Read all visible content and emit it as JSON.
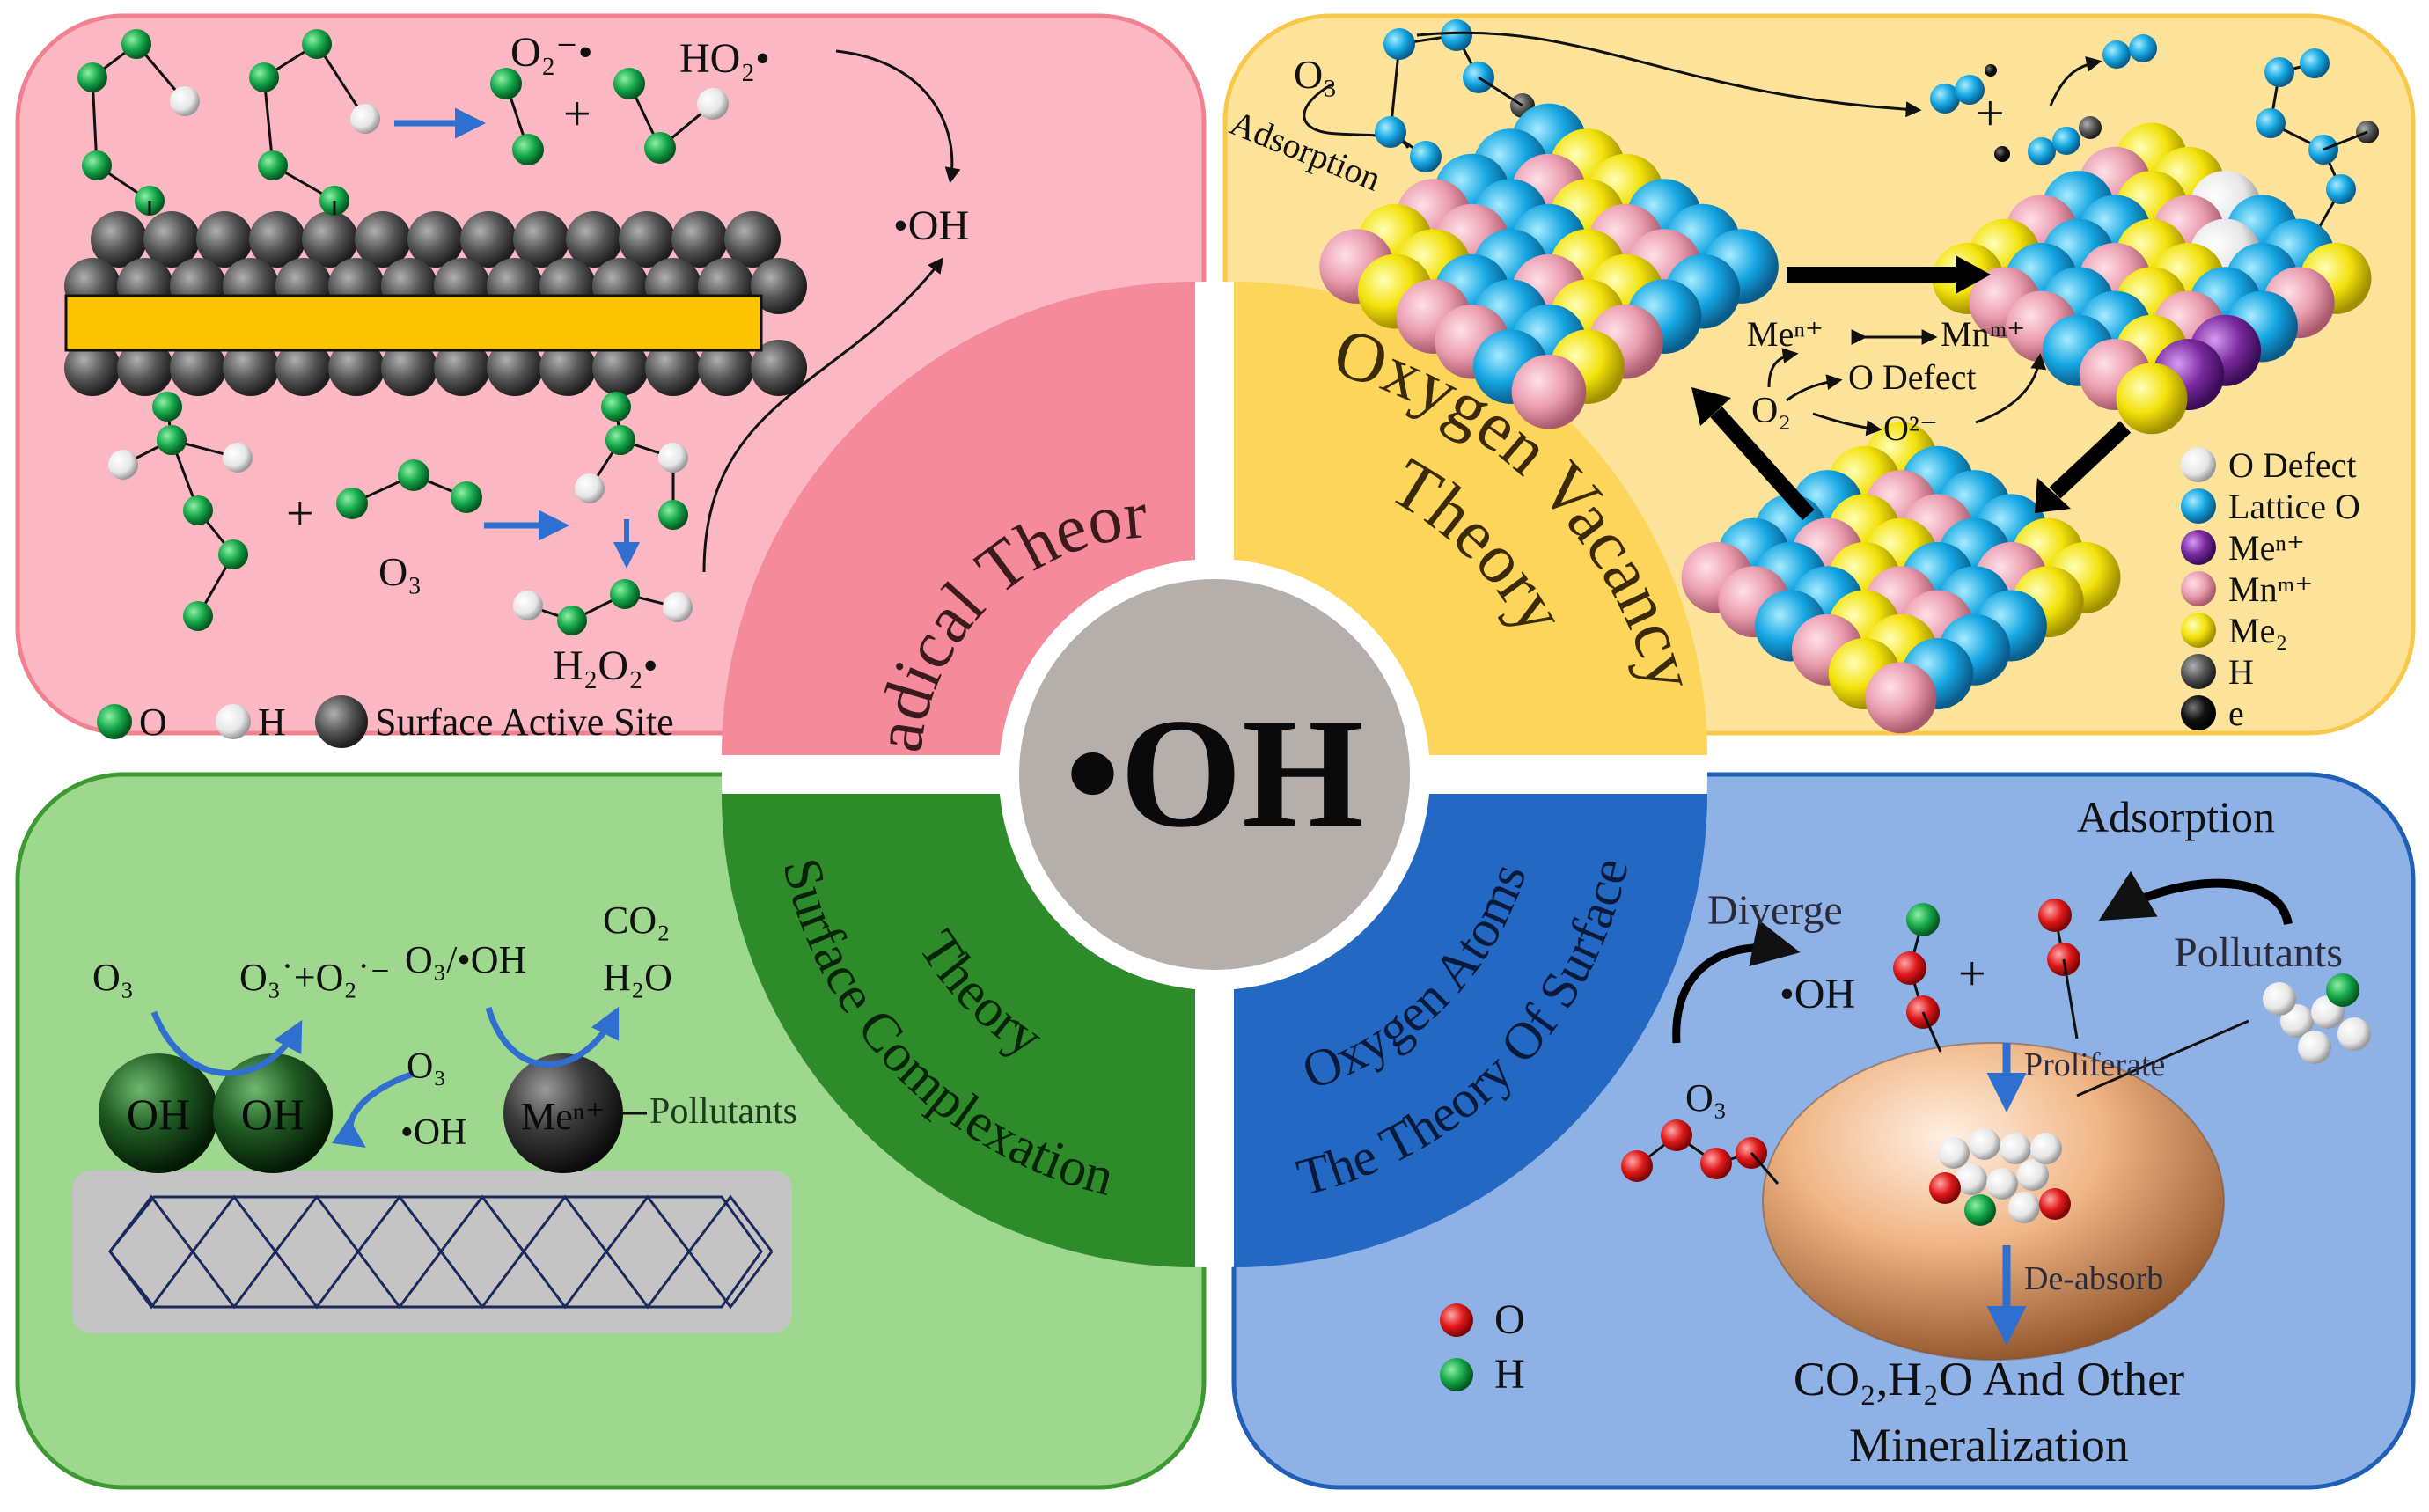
{
  "center": {
    "label": "•OH"
  },
  "quadrants": {
    "radical": {
      "theory_title": "Radical Theory",
      "species_superoxide": "O₂⁻•",
      "species_hydroperoxyl": "HO₂•",
      "species_hydroxyl": "•OH",
      "species_ozone": "O₃",
      "species_peroxide": "H₂O₂•",
      "plus": "+",
      "legend": [
        {
          "label": "O",
          "color": "#1aa84a"
        },
        {
          "label": "H",
          "color": "#f2f2f2"
        },
        {
          "label": "Surface Active Site",
          "color": "#505050"
        }
      ],
      "colors": {
        "panel_bg": "#fbb8c2",
        "panel_border": "#f1818f",
        "sector": "#f48a9a",
        "plate": "#fbc400"
      }
    },
    "oxygen_vacancy": {
      "theory_title_line1": "Oxygen Vacancy",
      "theory_title_line2": "Theory",
      "ozone": "O₃",
      "adsorption": "Adsorption",
      "plus": "+",
      "me_n": "Meⁿ⁺",
      "mn_m": "Mnᵐ⁺",
      "o_defect": "O Defect",
      "o2": "O₂",
      "o2_minus": "O²⁻",
      "legend": [
        {
          "label": "O Defect",
          "color": "#f4f4f4"
        },
        {
          "label": "Lattice O",
          "color": "#18a8e0"
        },
        {
          "label": "Meⁿ⁺",
          "color": "#7a2a9e"
        },
        {
          "label": "Mnᵐ⁺",
          "color": "#eba0b0"
        },
        {
          "label": "Me₂",
          "color": "#f2e20a"
        },
        {
          "label": "H",
          "color": "#6a6a6a"
        },
        {
          "label": "e",
          "color": "#111111"
        }
      ],
      "colors": {
        "panel_bg": "#fde39a",
        "panel_border": "#f8c84a",
        "sector": "#fcd55a"
      }
    },
    "surface_complexation": {
      "theory_title_line1": "Surface Complexation",
      "theory_title_line2": "Theory",
      "ozone": "O₃",
      "radicals": "O₃˙+O₂˙⁻",
      "ozone_oh": "O₃/•OH",
      "co2": "CO₂",
      "h2o": "H₂O",
      "ozone_mid": "O₃",
      "oh_mid": "•OH",
      "oh_sphere": "OH",
      "me_sphere": "Meⁿ⁺",
      "pollutants": "Pollutants",
      "colors": {
        "panel_bg": "#9ed88e",
        "panel_border": "#3d9a32",
        "sector": "#2e8b2a",
        "substrate": "#c4c4c4"
      }
    },
    "surface_oxygen": {
      "theory_title_line1": "The Theory Of Surface",
      "theory_title_line2": "Oxygen Atoms",
      "adsorption": "Adsorption",
      "diverge": "Diverge",
      "hydroxyl": "•OH",
      "plus": "+",
      "pollutants": "Pollutants",
      "ozone": "O₃",
      "proliferate": "Proliferate",
      "de_absorb": "De-absorb",
      "mineral_line1": "CO₂,H₂O And Other",
      "mineral_line2": "Mineralization",
      "legend": [
        {
          "label": "O",
          "color": "#e01818"
        },
        {
          "label": "H",
          "color": "#1aa84a"
        }
      ],
      "colors": {
        "panel_bg": "#8fb2e6",
        "panel_border": "#1f5fb5",
        "sector": "#2369c4"
      }
    }
  }
}
